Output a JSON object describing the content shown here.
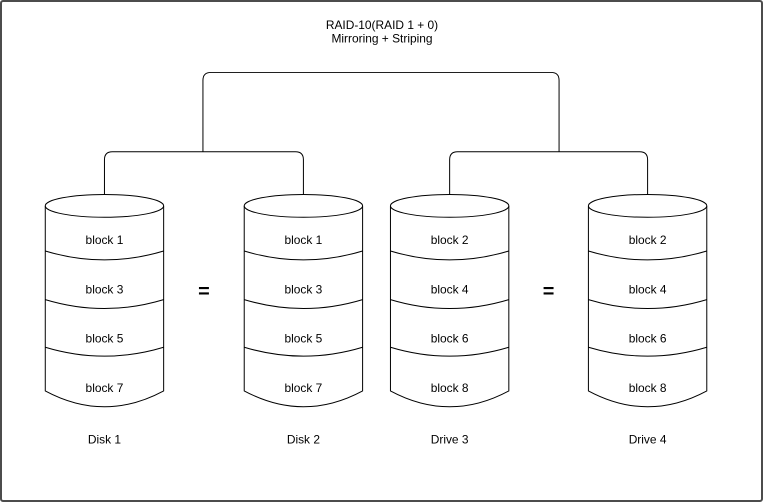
{
  "title": {
    "line1": "RAID-10(RAID 1 + 0)",
    "line2": "Mirroring + Striping"
  },
  "diagram": {
    "background_color": "#ffffff",
    "line_color": "#000000",
    "equals": [
      "=",
      "="
    ],
    "disks": [
      {
        "label": "Disk 1",
        "blocks": [
          "block 1",
          "block 3",
          "block 5",
          "block 7"
        ]
      },
      {
        "label": "Disk 2",
        "blocks": [
          "block 1",
          "block 3",
          "block 5",
          "block 7"
        ]
      },
      {
        "label": "Drive 3",
        "blocks": [
          "block 2",
          "block 4",
          "block 6",
          "block 8"
        ]
      },
      {
        "label": "Drive 4",
        "blocks": [
          "block 2",
          "block 4",
          "block 6",
          "block 8"
        ]
      }
    ]
  }
}
